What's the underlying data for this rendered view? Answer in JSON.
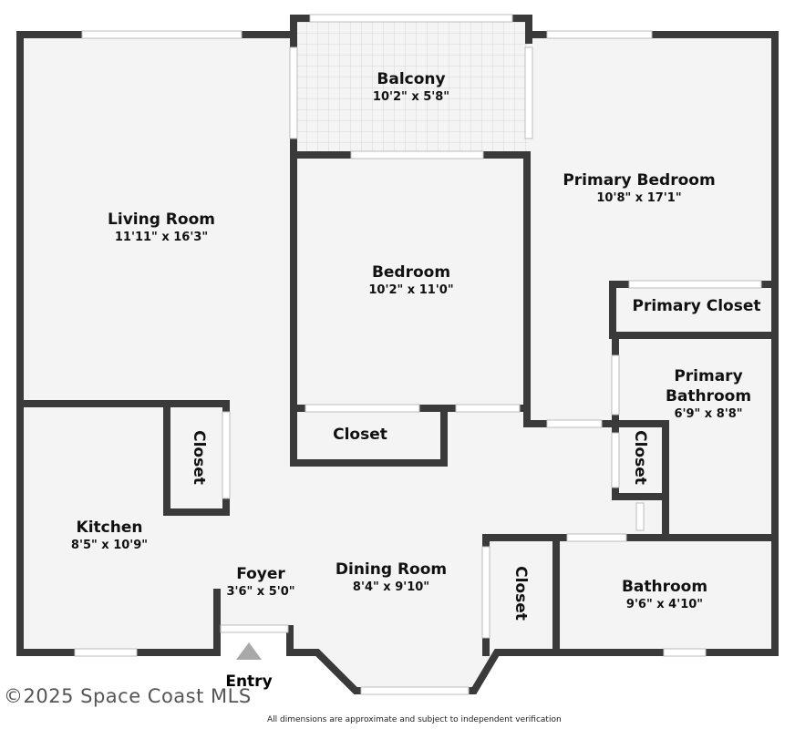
{
  "rooms": [
    {
      "name": "Balcony",
      "dim": "10'2\" x 5'8\""
    },
    {
      "name": "Primary Bedroom",
      "dim": "10'8\" x 17'1\""
    },
    {
      "name": "Living Room",
      "dim": "11'11\" x 16'3\""
    },
    {
      "name": "Bedroom",
      "dim": "10'2\" x 11'0\""
    },
    {
      "name": "Primary Closet"
    },
    {
      "name": "Primary Bathroom",
      "name2": "Bathroom",
      "name1": "Primary",
      "dim": "6'9\" x 8'8\""
    },
    {
      "name": "Closet"
    },
    {
      "name": "Closet"
    },
    {
      "name": "Closet"
    },
    {
      "name": "Kitchen",
      "dim": "8'5\" x 10'9\""
    },
    {
      "name": "Foyer",
      "dim": "3'6\" x 5'0\""
    },
    {
      "name": "Dining Room",
      "dim": "8'4\" x 9'10\""
    },
    {
      "name": "Closet"
    },
    {
      "name": "Bathroom",
      "dim": "9'6\" x 4'10\""
    }
  ],
  "entry_label": "Entry",
  "copyright": "©2025 Space Coast MLS",
  "disclaimer": "All dimensions are approximate and subject to independent verification",
  "colors": {
    "wall": "#3a3a3a",
    "floor": "#f4f4f4",
    "window": "#ffffff",
    "entry_arrow": "#a8a8a8"
  }
}
